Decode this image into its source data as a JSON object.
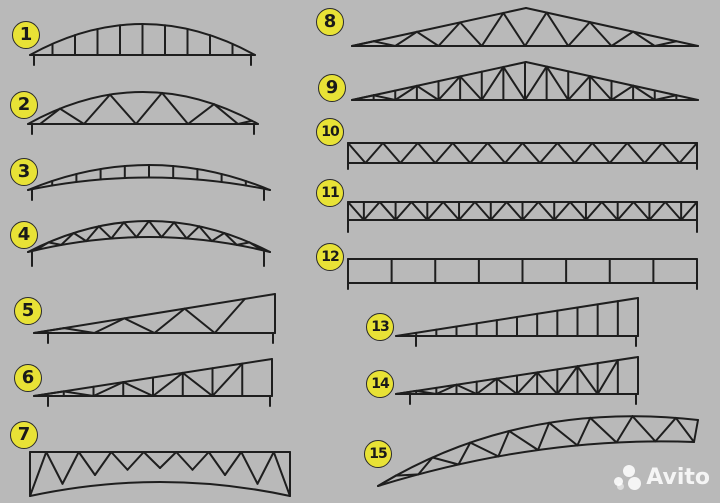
{
  "badges": [
    "1",
    "2",
    "3",
    "4",
    "5",
    "6",
    "7",
    "8",
    "9",
    "10",
    "11",
    "12",
    "13",
    "14",
    "15"
  ],
  "watermark": {
    "brand": "Avito"
  },
  "colors": {
    "background": "#b9b9b9",
    "badge": "#e8e236",
    "line": "#1e1e1e"
  }
}
